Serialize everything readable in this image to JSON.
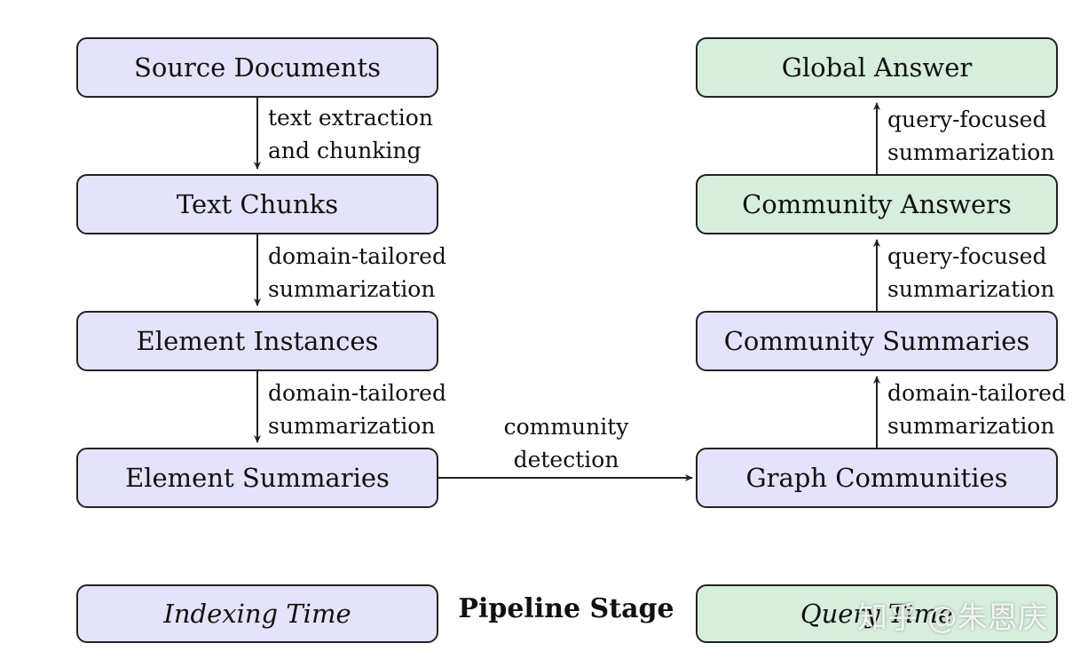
{
  "colors": {
    "indexing_fill": "#e4e3fb",
    "query_fill": "#d8eedd",
    "stroke": "#222222"
  },
  "indexing": {
    "source_documents": "Source Documents",
    "text_chunks": "Text Chunks",
    "element_instances": "Element Instances",
    "element_summaries": "Element Summaries",
    "edge_1": [
      "text extraction",
      "and chunking"
    ],
    "edge_2": [
      "domain-tailored",
      "summarization"
    ],
    "edge_3": [
      "domain-tailored",
      "summarization"
    ]
  },
  "query": {
    "global_answer": "Global Answer",
    "community_answers": "Community Answers",
    "community_summaries": "Community Summaries",
    "graph_communities": "Graph Communities",
    "edge_1": [
      "query-focused",
      "summarization"
    ],
    "edge_2": [
      "query-focused",
      "summarization"
    ],
    "edge_3": [
      "domain-tailored",
      "summarization"
    ]
  },
  "bridge_label": [
    "community",
    "detection"
  ],
  "legend": {
    "indexing_time": "Indexing Time",
    "pipeline_stage": "Pipeline Stage",
    "query_time": "Query Time"
  },
  "watermark": "知乎 @朱恩庆"
}
